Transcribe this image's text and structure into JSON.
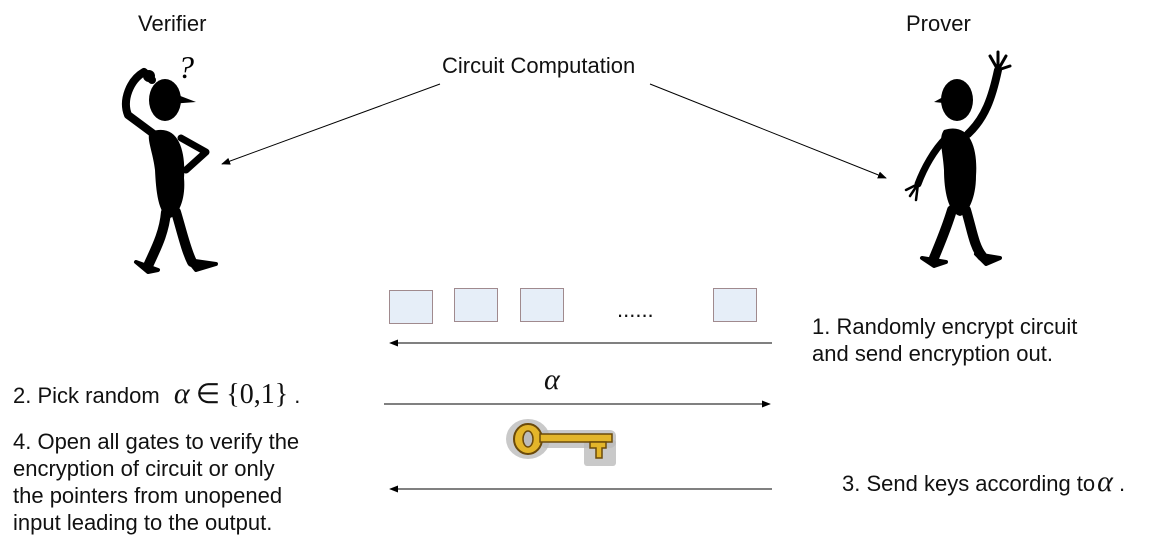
{
  "roles": {
    "verifier": "Verifier",
    "prover": "Prover"
  },
  "center_label": "Circuit Computation",
  "dots": "......",
  "steps": {
    "s1_line1": "1. Randomly encrypt circuit",
    "s1_line2": "and send encryption out.",
    "s2_prefix": "2. Pick random",
    "s2_alpha": "α",
    "s2_elem": "∈",
    "s2_set": "{0,1}",
    "s2_end": ".",
    "s3_prefix": "3. Send keys according to",
    "s3_alpha": "α",
    "s3_end": ".",
    "s4_line1": "4. Open all gates to verify the",
    "s4_line2": "encryption of circuit or only",
    "s4_line3": "the pointers from unopened",
    "s4_line4": "input leading to the output."
  },
  "arrow_alpha": "α",
  "question_mark": "?",
  "colors": {
    "box_fill": "#e6eef8",
    "box_border": "#a08a8e",
    "key_gold": "#e3b52a",
    "figure": "#000000"
  },
  "icons": [
    "verifier-figure-icon",
    "prover-figure-icon",
    "key-icon"
  ]
}
